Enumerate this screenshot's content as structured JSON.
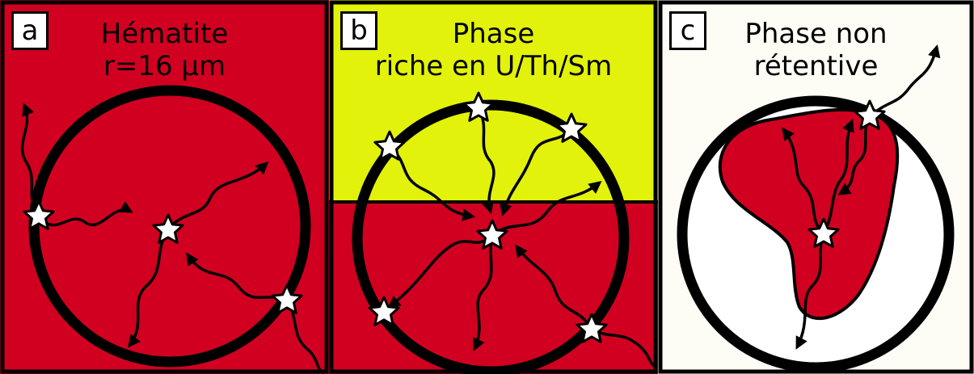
{
  "colors": {
    "hematite": "#d10020",
    "rich_phase": "#e2f20a",
    "non_retentive_bg": "#fdfdf6",
    "outline": "#000000",
    "star_fill": "#ffffff"
  },
  "panels": [
    {
      "letter": "a",
      "title_line1": "Hématite",
      "title_line2": "r=16 µm"
    },
    {
      "letter": "b",
      "title_line1": "Phase",
      "title_line2": "riche en U/Th/Sm"
    },
    {
      "letter": "c",
      "title_line1": "Phase non",
      "title_line2": "rétentive"
    }
  ]
}
